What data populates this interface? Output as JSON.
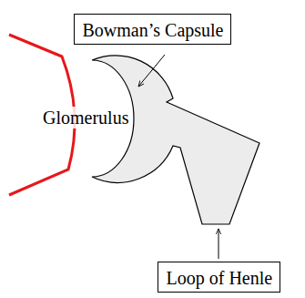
{
  "diagram": {
    "nodes": [
      {
        "text": [
          "Bowman’s Capsule"
        ]
      },
      {
        "text": [
          "Loop of Henle"
        ]
      }
    ],
    "labels": [
      "Glomerulus"
    ]
  }
}
